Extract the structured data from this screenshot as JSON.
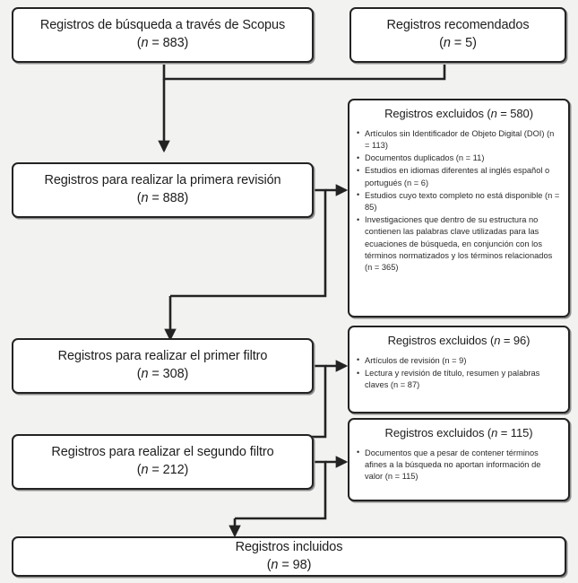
{
  "diagram": {
    "title": "PRISMA flow diagram",
    "language": "es",
    "colors": {
      "background": "#f2f2f0",
      "box_fill": "#ffffff",
      "box_border": "#232323",
      "connector": "#232323",
      "text": "#1d1d1d"
    }
  },
  "nodes": {
    "source_scopus": {
      "label": "Registros de búsqueda a través de Scopus",
      "count_prefix": "(",
      "count_n": "n",
      "count_eq": " = ",
      "count_value": "883",
      "count_suffix": ")"
    },
    "source_recommended": {
      "label": "Registros recomendados",
      "count_n": "n",
      "count_value": "5"
    },
    "first_review": {
      "label": "Registros para realizar la primera revisión",
      "count_n": "n",
      "count_value": "888"
    },
    "first_filter": {
      "label": "Registros para realizar el primer filtro",
      "count_n": "n",
      "count_value": "308"
    },
    "second_filter": {
      "label": "Registros para realizar el segundo filtro",
      "count_n": "n",
      "count_value": "212"
    },
    "included": {
      "label": "Registros incluidos",
      "count_n": "n",
      "count_value": "98"
    }
  },
  "exclusions": [
    {
      "id": "excluded-580",
      "title_label": "Registros excluidos",
      "title_n": "n",
      "title_value": "580",
      "reasons": [
        "Artículos sin Identificador de Objeto Digital (DOI) (n = 113)",
        "Documentos duplicados (n = 11)",
        "Estudios en idiomas diferentes al inglés español o portugués (n = 6)",
        "Estudios cuyo texto completo no está disponible (n = 85)",
        "Investigaciones que dentro de su estructura no contienen las palabras clave utilizadas para las ecuaciones de búsqueda, en conjunción con los términos normatizados y los términos relacionados (n = 365)"
      ]
    },
    {
      "id": "excluded-96",
      "title_label": "Registros excluidos",
      "title_n": "n",
      "title_value": "96",
      "reasons": [
        "Artículos de revisión (n = 9)",
        "Lectura y revisión de título, resumen y palabras claves (n = 87)"
      ]
    },
    {
      "id": "excluded-115",
      "title_label": "Registros excluidos",
      "title_n": "n",
      "title_value": "115",
      "reasons": [
        "Documentos que a pesar de contener términos afines a la búsqueda no aportan información de valor (n = 115)"
      ]
    }
  ]
}
